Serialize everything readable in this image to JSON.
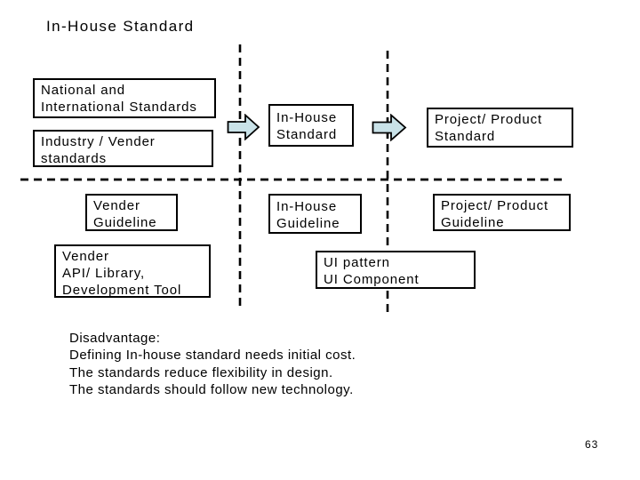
{
  "slide": {
    "title": "In-House Standard",
    "page_number": "63"
  },
  "diagram": {
    "boxes": [
      {
        "id": "national-international-standards",
        "lines": [
          "National and",
          "International Standards"
        ]
      },
      {
        "id": "industry-vender-standards",
        "lines": [
          "Industry / Vender",
          "standards"
        ]
      },
      {
        "id": "in-house-standard",
        "lines": [
          "In-House",
          "Standard"
        ]
      },
      {
        "id": "project-product-standard",
        "lines": [
          "Project/ Product",
          "Standard"
        ]
      },
      {
        "id": "vender-guideline",
        "lines": [
          "Vender",
          "Guideline"
        ]
      },
      {
        "id": "in-house-guideline",
        "lines": [
          "In-House",
          "Guideline"
        ]
      },
      {
        "id": "project-product-guideline",
        "lines": [
          "Project/ Product",
          "Guideline"
        ]
      },
      {
        "id": "vender-api-library",
        "lines": [
          "Vender",
          "API/ Library,",
          "Development Tool"
        ]
      },
      {
        "id": "ui-pattern-component",
        "lines": [
          "UI pattern",
          "UI Component"
        ]
      }
    ],
    "arrows": [
      {
        "id": "arrow-standards-to-inhouse",
        "direction": "right"
      },
      {
        "id": "arrow-inhouse-to-project",
        "direction": "right"
      }
    ]
  },
  "notes": {
    "lines": [
      "Disadvantage:",
      "Defining In-house standard needs initial cost.",
      "The standards reduce flexibility in design.",
      "The standards should follow new technology."
    ]
  },
  "colors": {
    "arrow_fill": "#c9e2e8",
    "line_color": "#000000",
    "box_border": "#000000",
    "background": "#ffffff"
  }
}
